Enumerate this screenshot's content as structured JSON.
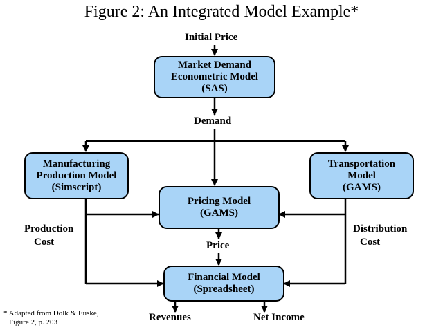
{
  "title": "Figure 2: An Integrated Model Example*",
  "boxes": {
    "market": {
      "line1": "Market Demand",
      "line2": "Econometric Model",
      "line3": "(SAS)"
    },
    "manufacturing": {
      "line1": "Manufacturing",
      "line2": "Production Model",
      "line3": "(Simscript)"
    },
    "pricing": {
      "line1": "Pricing Model",
      "line2": "(GAMS)"
    },
    "transportation": {
      "line1": "Transportation",
      "line2": "Model",
      "line3": "(GAMS)"
    },
    "financial": {
      "line1": "Financial Model",
      "line2": "(Spreadsheet)"
    }
  },
  "labels": {
    "initial_price": "Initial Price",
    "demand": "Demand",
    "price": "Price",
    "production_cost_1": "Production",
    "production_cost_2": "Cost",
    "distribution_cost_1": "Distribution",
    "distribution_cost_2": "Cost",
    "revenues": "Revenues",
    "net_income": "Net Income"
  },
  "footnote": {
    "line1": "* Adapted from Dolk & Euske,",
    "line2": "Figure 2, p. 203"
  },
  "colors": {
    "box_fill": "#a9d4f7",
    "line": "#000000"
  }
}
